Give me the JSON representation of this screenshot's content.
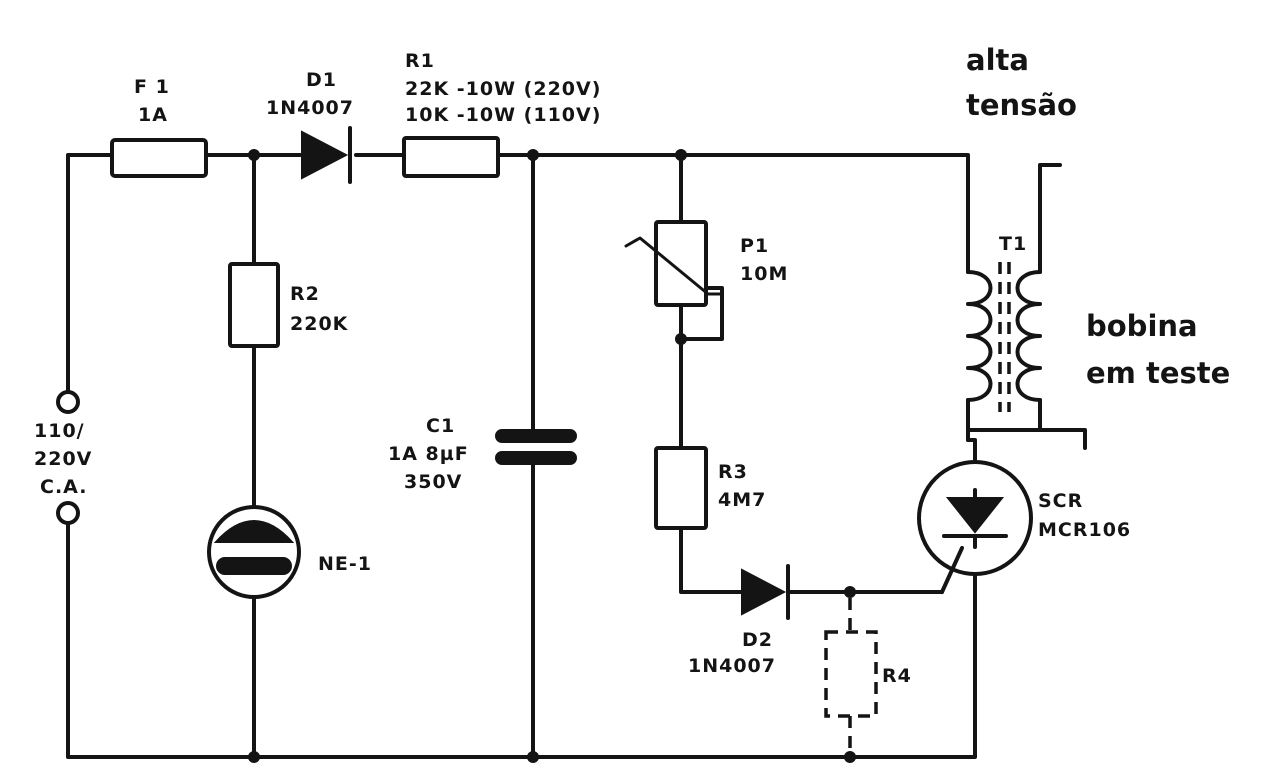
{
  "diagram": {
    "labels": {
      "f1_name": "F 1",
      "f1_value": "1A",
      "d1_name": "D1",
      "d1_value": "1N4007",
      "r1_name": "R1",
      "r1_value_220": "22K -10W (220V)",
      "r1_value_110": "10K -10W (110V)",
      "r2_name": "R2",
      "r2_value": "220K",
      "supply_line1": "110/",
      "supply_line2": "220V",
      "supply_line3": "C.A.",
      "ne1_name": "NE-1",
      "c1_name": "C1",
      "c1_value": "1A 8µF",
      "c1_voltage": "350V",
      "p1_name": "P1",
      "p1_value": "10M",
      "r3_name": "R3",
      "r3_value": "4M7",
      "d2_name": "D2",
      "d2_value": "1N4007",
      "r4_name": "R4",
      "scr_name": "SCR",
      "scr_value": "MCR106",
      "t1_name": "T1",
      "high_voltage_line1": "alta",
      "high_voltage_line2": "tensão",
      "coil_line1": "bobina",
      "coil_line2": "em teste"
    },
    "colors": {
      "ink": "#141414",
      "background": "#ffffff"
    }
  }
}
